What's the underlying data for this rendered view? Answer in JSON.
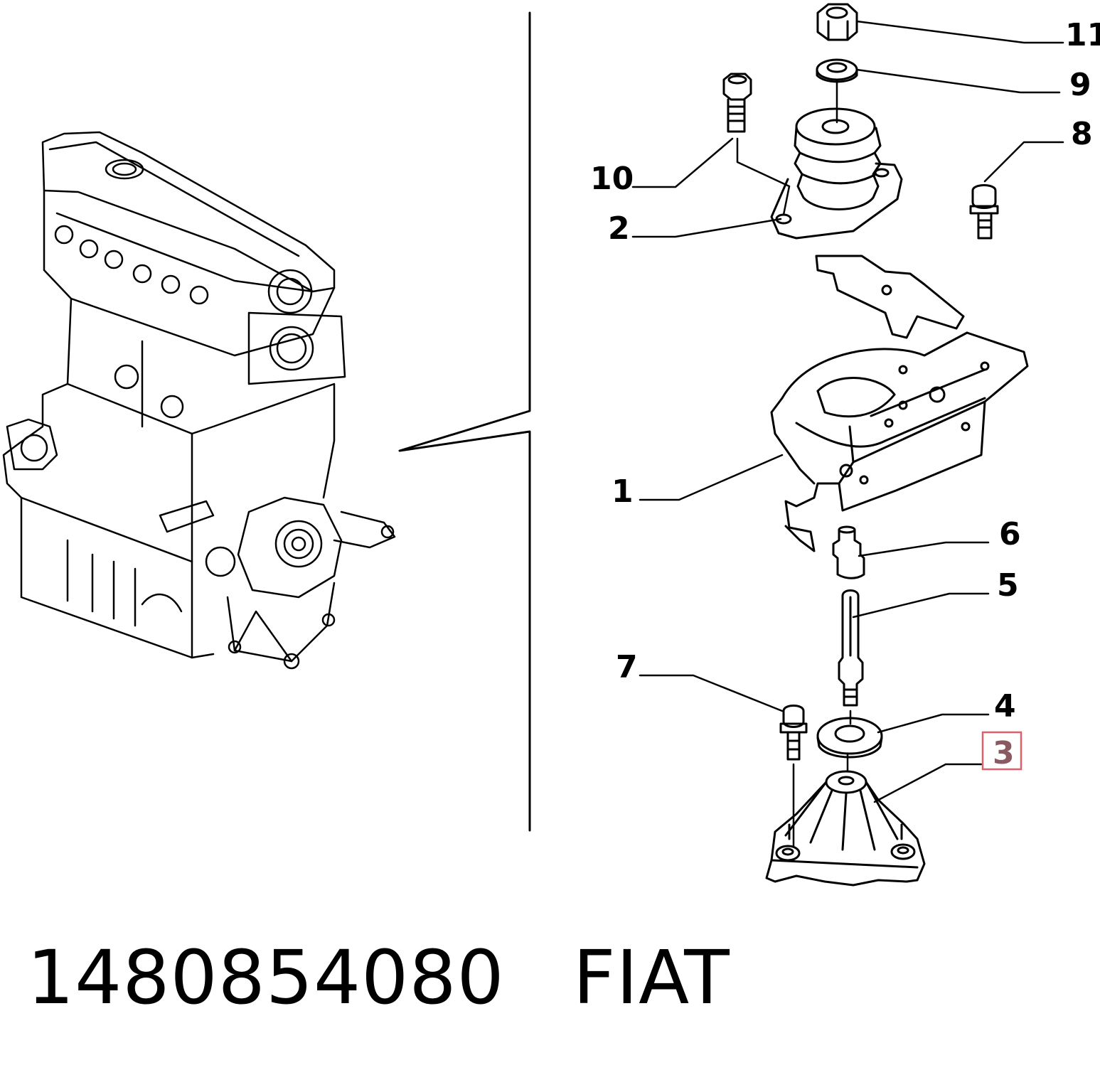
{
  "diagram": {
    "callouts": [
      {
        "id": "11",
        "label": "11"
      },
      {
        "id": "9",
        "label": "9"
      },
      {
        "id": "8",
        "label": "8"
      },
      {
        "id": "10",
        "label": "10"
      },
      {
        "id": "2",
        "label": "2"
      },
      {
        "id": "1",
        "label": "1"
      },
      {
        "id": "6",
        "label": "6"
      },
      {
        "id": "5",
        "label": "5"
      },
      {
        "id": "7",
        "label": "7"
      },
      {
        "id": "4",
        "label": "4"
      },
      {
        "id": "3",
        "label": "3",
        "highlighted": true
      }
    ],
    "highlight_color": "#e0606a"
  },
  "footer": {
    "part_number": "1480854080",
    "brand": "FIAT"
  }
}
